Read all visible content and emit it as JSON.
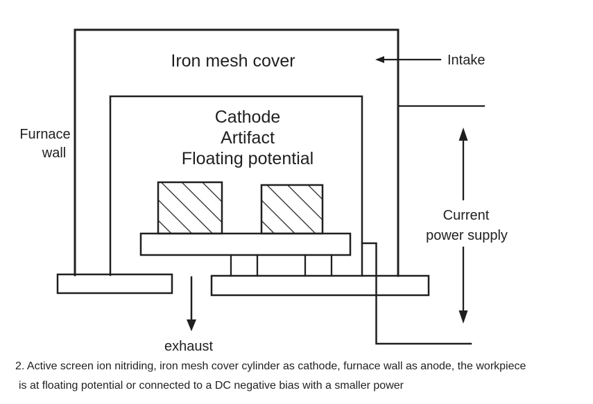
{
  "figure": {
    "colors": {
      "line": "#1f1f1f",
      "background": "#ffffff"
    },
    "labels": {
      "iron_mesh_cover": "Iron mesh cover",
      "furnace_wall": {
        "line1": "Furnace",
        "line2": "wall"
      },
      "inner_chamber": {
        "line1": "Cathode",
        "line2": "Artifact",
        "line3": "Floating potential"
      },
      "intake": "Intake",
      "power_supply": {
        "line1": "Current",
        "line2": "power supply"
      },
      "exhaust": "exhaust"
    },
    "caption": {
      "line1": "2. Active screen ion nitriding, iron mesh cover cylinder as cathode, furnace wall as anode, the workpiece",
      "line2": "is at floating potential or connected to a DC negative bias with a smaller power"
    }
  }
}
